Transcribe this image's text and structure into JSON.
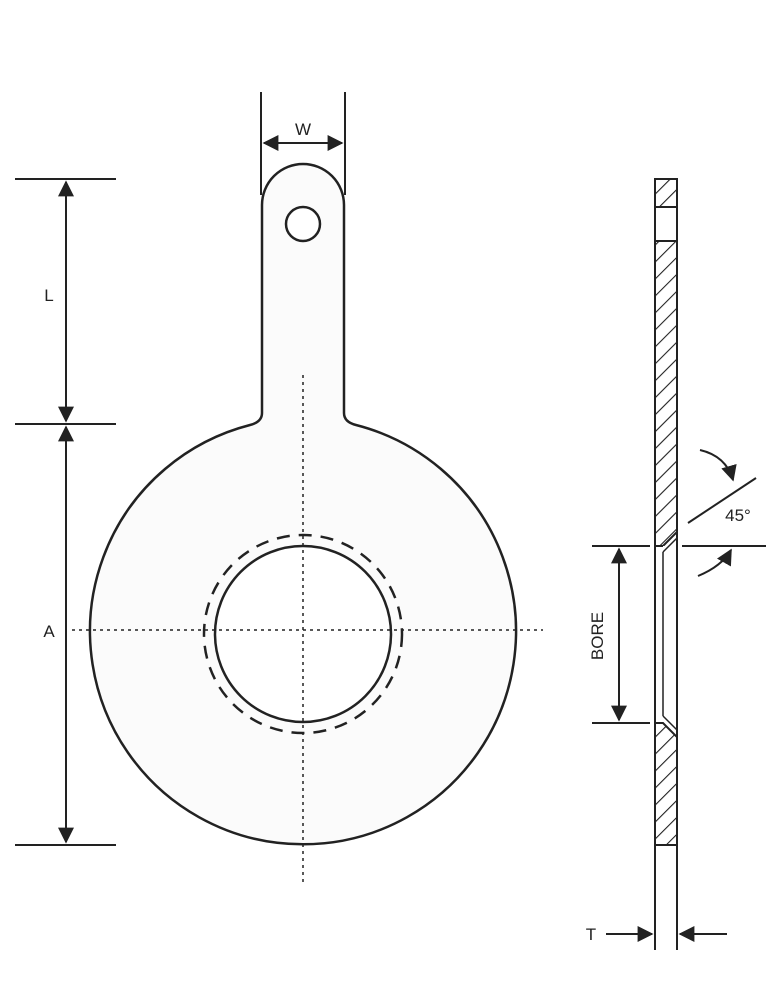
{
  "labels": {
    "width": "W",
    "length": "L",
    "diameter": "A",
    "bore": "BORE",
    "thickness": "T",
    "bevel_angle": "45°"
  },
  "colors": {
    "line": "#222222",
    "plate_fill": "#fbfbfb"
  }
}
